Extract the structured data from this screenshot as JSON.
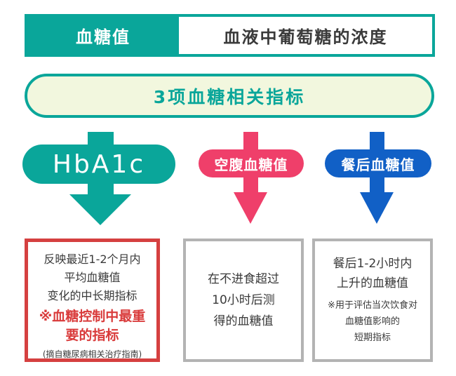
{
  "colors": {
    "teal": "#0aa69a",
    "cream": "#f2f7de",
    "pink": "#ef3f6a",
    "blue": "#1160c6",
    "red_border": "#d54040",
    "red_text": "#d93b3b",
    "gray_border": "#b3b3b3",
    "text_dark": "#3a3a3a"
  },
  "header": {
    "term": "血糖值",
    "definition": "血液中葡萄糖的浓度"
  },
  "overview": {
    "label": "3项血糖相关指标"
  },
  "columns": [
    {
      "id": "hba1c",
      "pill": "HbA1c",
      "description_lines": [
        "反映最近1-2个月内",
        "平均血糖值",
        "变化的中长期指标"
      ],
      "highlight_lines": [
        "※血糖控制中最重",
        "要的指标"
      ],
      "note": "(摘自糖尿病相关治疗指南)"
    },
    {
      "id": "fasting-glucose",
      "pill": "空腹血糖值",
      "description_lines": [
        "在不进食超过",
        "10小时后测",
        "得的血糖值"
      ]
    },
    {
      "id": "postprandial-glucose",
      "pill": "餐后血糖值",
      "description_lines": [
        "餐后1-2小时内",
        "上升的血糖值"
      ],
      "note_lines": [
        "※用于评估当次饮食对",
        "血糖值影响的",
        "短期指标"
      ]
    }
  ]
}
